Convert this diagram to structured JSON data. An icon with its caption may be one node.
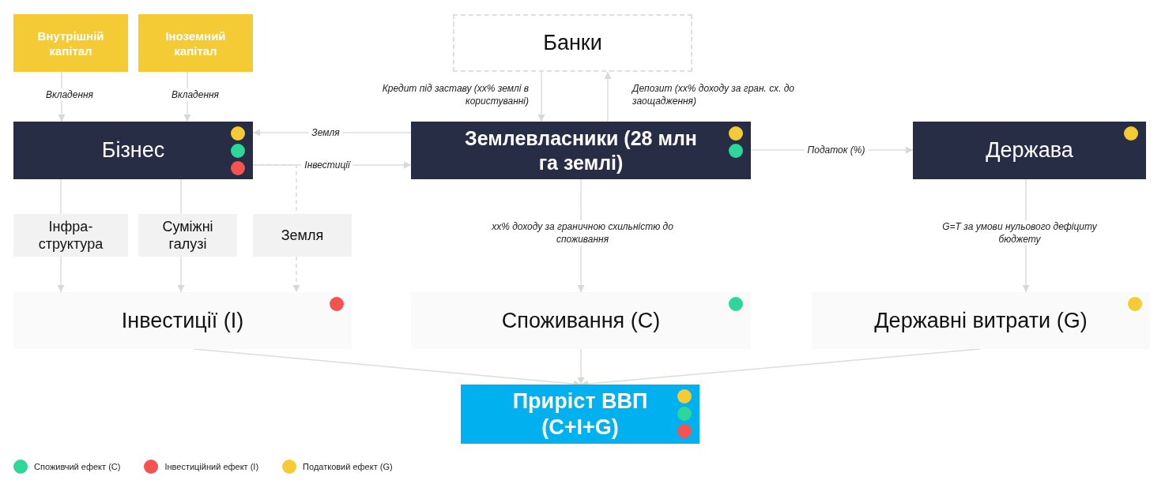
{
  "diagram": {
    "nodes": [
      {
        "text": [
          "Внутрішній капітал"
        ]
      },
      {
        "text": [
          "Іноземний капітал"
        ]
      },
      {
        "text": [
          "Бізнес"
        ]
      },
      {
        "text": [
          "Банки"
        ]
      },
      {
        "text": [
          "Землевласники (28 млн га землі)"
        ]
      },
      {
        "text": [
          "Держава"
        ]
      },
      {
        "text": [
          "Інфра-структура"
        ]
      },
      {
        "text": [
          "Суміжні галузі"
        ]
      },
      {
        "text": [
          "Земля"
        ]
      },
      {
        "text": [
          "Інвестиції (I)"
        ]
      },
      {
        "text": [
          "Споживання (C)"
        ]
      },
      {
        "text": [
          "Державні витрати (G)"
        ]
      },
      {
        "text": [
          "Приріст ВВП (C+I+G)"
        ]
      }
    ],
    "edges": [
      {
        "from": 0,
        "to": 2,
        "arrow": "to",
        "label": "Вкладення"
      },
      {
        "from": 1,
        "to": 2,
        "arrow": "to",
        "label": "Вкладення"
      },
      {
        "from": 4,
        "to": 2,
        "arrow": "to",
        "label": "Земля"
      },
      {
        "from": 2,
        "to": 4,
        "arrow": "to",
        "label": "Інвестиції"
      },
      {
        "from": 3,
        "to": 4,
        "arrow": "to",
        "label": "Кредит під заставу (xx% землі в користуванні)"
      },
      {
        "from": 4,
        "to": 3,
        "arrow": "to",
        "label": "Депозит (xx% доходу за гран. сх. до заощадження)"
      },
      {
        "from": 4,
        "to": 5,
        "arrow": "to",
        "label": "Податок (%)"
      },
      {
        "from": 2,
        "to": 6,
        "arrow": "none"
      },
      {
        "from": 2,
        "to": 7,
        "arrow": "none"
      },
      {
        "from": 2,
        "to": 8,
        "arrow": "none",
        "style": "dashed"
      },
      {
        "from": 6,
        "to": 9,
        "arrow": "to"
      },
      {
        "from": 7,
        "to": 9,
        "arrow": "to"
      },
      {
        "from": 8,
        "to": 9,
        "arrow": "to",
        "style": "dashed"
      },
      {
        "from": 4,
        "to": 10,
        "arrow": "to",
        "label": "xx% доходу за граничною схильністю до споживання"
      },
      {
        "from": 5,
        "to": 11,
        "arrow": "to",
        "label": "G=T за умови нульового дефіциту бюджету"
      },
      {
        "from": 9,
        "to": 12,
        "arrow": "to"
      },
      {
        "from": 10,
        "to": 12,
        "arrow": "to"
      },
      {
        "from": 11,
        "to": 12,
        "arrow": "to"
      }
    ],
    "legend": [
      {
        "text": "Споживчий ефект (C)",
        "color": "#2ed69a"
      },
      {
        "text": "Інвестиційний ефект (I)",
        "color": "#f5534f"
      },
      {
        "text": "Податковий ефект (G)",
        "color": "#f4cb35"
      }
    ]
  }
}
